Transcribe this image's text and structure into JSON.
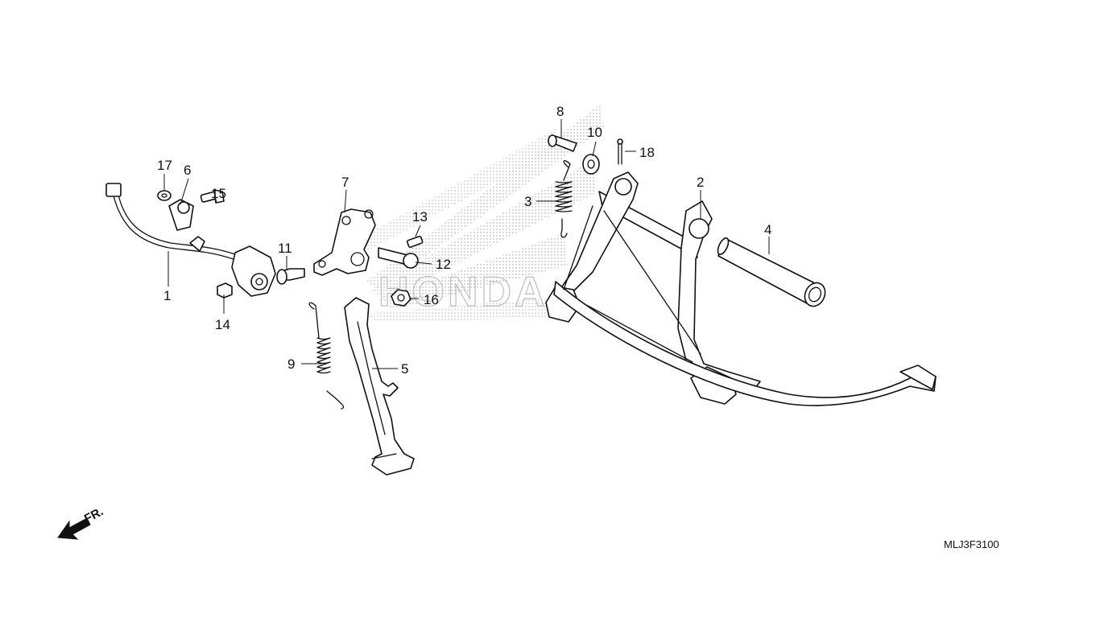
{
  "diagram": {
    "catalog_code": "MLJ3F3100",
    "front_indicator": "FR.",
    "watermark_text": "HONDA",
    "callouts": [
      {
        "id": "c1",
        "label": "1"
      },
      {
        "id": "c2",
        "label": "2"
      },
      {
        "id": "c3",
        "label": "3"
      },
      {
        "id": "c4",
        "label": "4"
      },
      {
        "id": "c5",
        "label": "5"
      },
      {
        "id": "c6",
        "label": "6"
      },
      {
        "id": "c7",
        "label": "7"
      },
      {
        "id": "c8",
        "label": "8"
      },
      {
        "id": "c9",
        "label": "9"
      },
      {
        "id": "c10",
        "label": "10"
      },
      {
        "id": "c11",
        "label": "11"
      },
      {
        "id": "c12",
        "label": "12"
      },
      {
        "id": "c13",
        "label": "13"
      },
      {
        "id": "c14",
        "label": "14"
      },
      {
        "id": "c15",
        "label": "15"
      },
      {
        "id": "c16",
        "label": "16"
      },
      {
        "id": "c17",
        "label": "17"
      },
      {
        "id": "c18",
        "label": "18"
      }
    ]
  }
}
